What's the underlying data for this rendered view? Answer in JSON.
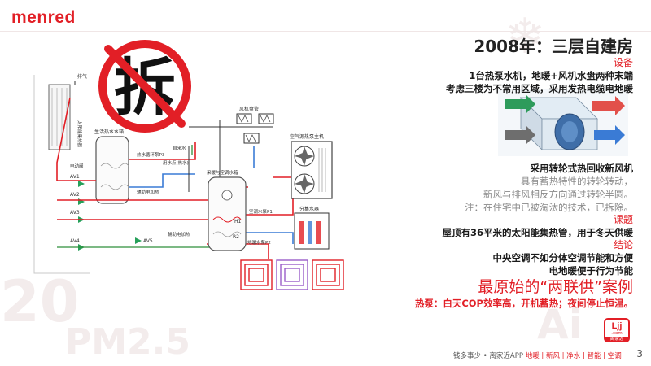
{
  "brand": {
    "logo_text": "menred",
    "accent": "#e21f26"
  },
  "title": "2008年：三层自建房",
  "sections": {
    "equipment": {
      "heading": "设备",
      "lines": [
        "1台热泵水机，地暖+风机水盘两种末端",
        "考虑三楼为不常用区域，采用发热电缆电地暖"
      ],
      "fresh_air_title": "采用转轮式热回收新风机",
      "grey_lines": [
        "具有蓄热特性的转轮转动，",
        "新风与排风相反方向通过转轮半圆。",
        "注：在住宅中已被淘汰的技术，已拆除。"
      ]
    },
    "topic": {
      "heading": "课题",
      "lines": [
        "屋顶有36平米的太阳能集热管，用于冬天供暖"
      ]
    },
    "conclusion": {
      "heading": "结论",
      "lines": [
        "中央空调不如分体空调节能和方便",
        "电地暖便于行为节能"
      ],
      "case_title": "最原始的“两联供”案例",
      "heat_pump_note": "热泵：白天COP效率高，开机蓄热；夜间停止恒温。"
    }
  },
  "stamp": {
    "character": "拆"
  },
  "diagram": {
    "labels": {
      "exhaust": "排气",
      "solar_collector": "太阳能集热器",
      "living_water_tank": "生活热水水箱",
      "hot_water_pump": "热水循环泵P3",
      "fan_coil": "风机盘管",
      "air_source_unit": "空气源热泵主机",
      "tap_water": "自来水",
      "hot_water_out": "用水点(热水)",
      "buffer_tank": "采暖与空调水箱",
      "solenoid": "电动阀",
      "aux_heater": "辅助电加热",
      "aux_heater_2": "辅助电加热",
      "manifold": "分集水器",
      "floor_heating_pump": "地暖水泵P2",
      "ac_pump": "空调水泵P1",
      "av1": "AV1",
      "av2": "AV2",
      "av3": "AV3",
      "av4": "AV4",
      "av5": "AV5",
      "h1": "H1",
      "r2": "R2",
      "p1_tag": "P1"
    }
  },
  "footer": {
    "tagline": "钱多事少 • 离家近APP",
    "tags": "地暖 | 新风 | 净水 | 智能 | 空调",
    "page_number": "3"
  },
  "app_logo": {
    "main": "Ljj",
    "com": ".com",
    "sub": "离家近"
  }
}
